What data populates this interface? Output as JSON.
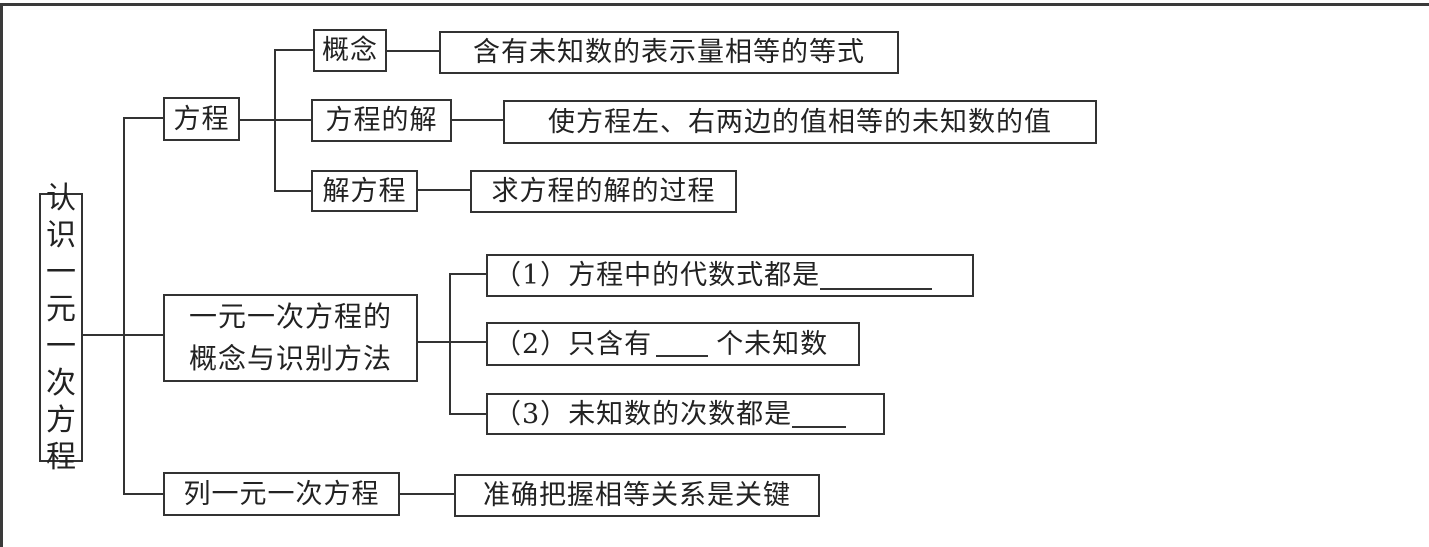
{
  "diagram": {
    "root": {
      "label_chars": [
        "认",
        "识",
        "一",
        "元",
        "一",
        "次",
        "方",
        "程"
      ],
      "label": "认识一元一次方程"
    },
    "branches": [
      {
        "label": "方程",
        "children": [
          {
            "label": "概念",
            "detail": "含有未知数的表示量相等的等式"
          },
          {
            "label": "方程的解",
            "detail": "使方程左、右两边的值相等的未知数的值"
          },
          {
            "label": "解方程",
            "detail": "求方程的解的过程"
          }
        ]
      },
      {
        "label_line1": "一元一次方程的",
        "label_line2": "概念与识别方法",
        "conditions": [
          {
            "prefix": "（1）",
            "text": "方程中的代数式都是",
            "suffix": ""
          },
          {
            "prefix": "（2）",
            "text": "只含有",
            "suffix": "个未知数"
          },
          {
            "prefix": "（3）",
            "text": "未知数的次数都是",
            "suffix": ""
          }
        ]
      },
      {
        "label": "列一元一次方程",
        "detail": "准确把握相等关系是关键"
      }
    ]
  }
}
